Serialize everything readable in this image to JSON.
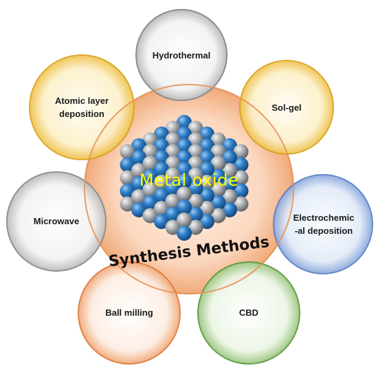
{
  "center": {
    "title": "Metal oxide",
    "subtitle": "Synthesis Methods"
  },
  "methods": [
    {
      "id": "hydrothermal",
      "label": "Hydrothermal",
      "color": "#9a9a9a"
    },
    {
      "id": "sol-gel",
      "label": "Sol-gel",
      "color": "#e6b02a"
    },
    {
      "id": "electrochemical",
      "label": "Electrochemic\n-al deposition",
      "color": "#5a7fc4"
    },
    {
      "id": "cbd",
      "label": "CBD",
      "color": "#6aa04a"
    },
    {
      "id": "ball-milling",
      "label": "Ball milling",
      "color": "#e8874a"
    },
    {
      "id": "microwave",
      "label": "Microwave",
      "color": "#9a9a9a"
    },
    {
      "id": "ald",
      "label": "Atomic layer\ndeposition",
      "color": "#e6b02a"
    }
  ],
  "colors": {
    "center_circle": "#f1a46d",
    "sphere_blue": "#2e7fc9",
    "sphere_gray": "#a9acb0"
  }
}
